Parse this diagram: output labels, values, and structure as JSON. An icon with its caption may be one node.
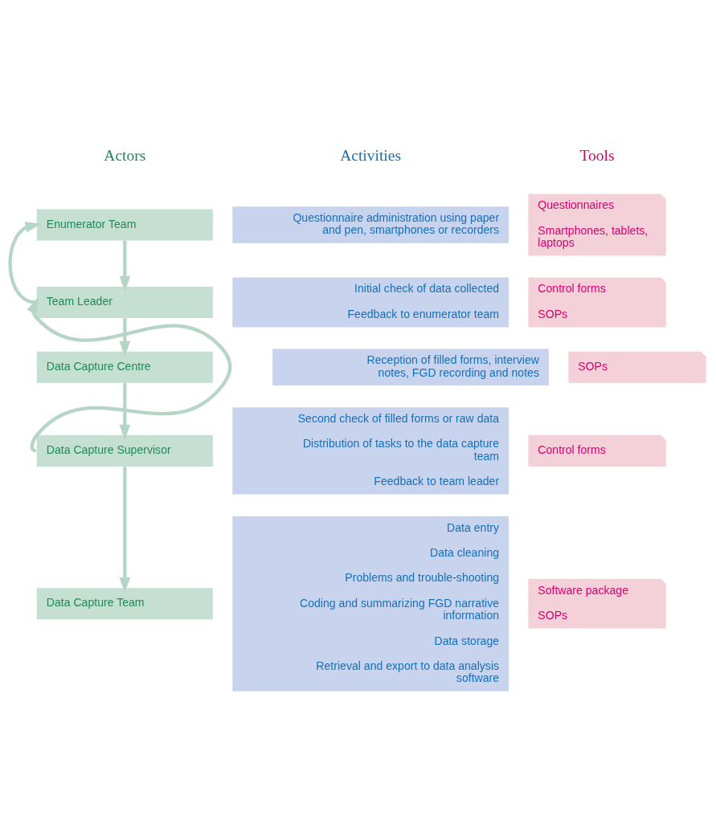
{
  "diagram": {
    "nodes": [
      {
        "text": [
          "Enumerator Team"
        ]
      },
      {
        "text": [
          "Questionnaire administration using paper and pen, smartphones or recorders"
        ]
      },
      {
        "text": [
          "Questionnaires",
          "Smartphones, tablets, laptops"
        ]
      },
      {
        "text": [
          "Team Leader"
        ]
      },
      {
        "text": [
          "Initial check of data collected",
          "Feedback to enumerator team"
        ]
      },
      {
        "text": [
          "Control forms",
          "SOPs"
        ]
      },
      {
        "text": [
          "Data Capture Centre"
        ]
      },
      {
        "text": [
          "Reception of filled forms, interview notes, FGD recording and notes"
        ]
      },
      {
        "text": [
          "SOPs"
        ]
      },
      {
        "text": [
          "Data Capture Supervisor"
        ]
      },
      {
        "text": [
          "Second check of filled forms or raw data",
          "Distribution of tasks to the data capture team",
          "Feedback to team leader"
        ]
      },
      {
        "text": [
          "Control forms"
        ]
      },
      {
        "text": [
          "Data Capture Team"
        ]
      },
      {
        "text": [
          "Data entry",
          "Data cleaning",
          "Problems and trouble-shooting",
          "Coding and summarizing FGD narrative information",
          "Data storage",
          "Retrieval and export to data analysis software"
        ]
      },
      {
        "text": [
          "Software package",
          "SOPs"
        ]
      }
    ],
    "edges": [
      {
        "from": 0,
        "to": 3,
        "arrow": "to"
      },
      {
        "from": 3,
        "to": 0,
        "arrow": "to"
      },
      {
        "from": 3,
        "to": 6,
        "arrow": "to"
      },
      {
        "from": 6,
        "to": 9,
        "arrow": "to"
      },
      {
        "from": 9,
        "to": 3,
        "arrow": "to"
      },
      {
        "from": 9,
        "to": 12,
        "arrow": "to"
      }
    ],
    "labels": [
      "Actors",
      "Activities",
      "Tools"
    ]
  }
}
